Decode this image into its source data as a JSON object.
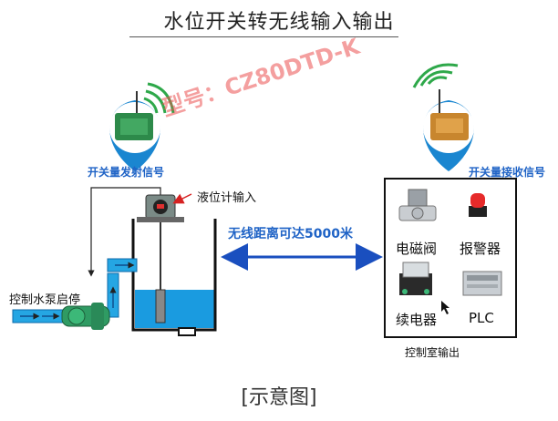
{
  "title": "水位开关转无线输入输出",
  "watermark": "型号：CZ80DTD-K",
  "transmitter_label": "开关量发射信号",
  "receiver_label": "开关量接收信号",
  "level_meter_label": "液位计输入",
  "pump_label": "控制水泵启停",
  "distance_label": "无线距离可达5000米",
  "devices": {
    "valve": "电磁阀",
    "alarm": "报警器",
    "relay": "续电器",
    "plc": "PLC"
  },
  "control_room_label": "控制室输出",
  "caption": "[示意图]",
  "colors": {
    "accent_blue": "#1f63c6",
    "water": "#1a9be0",
    "pipe": "#25a6e3",
    "arrow": "#1a4fbf"
  }
}
